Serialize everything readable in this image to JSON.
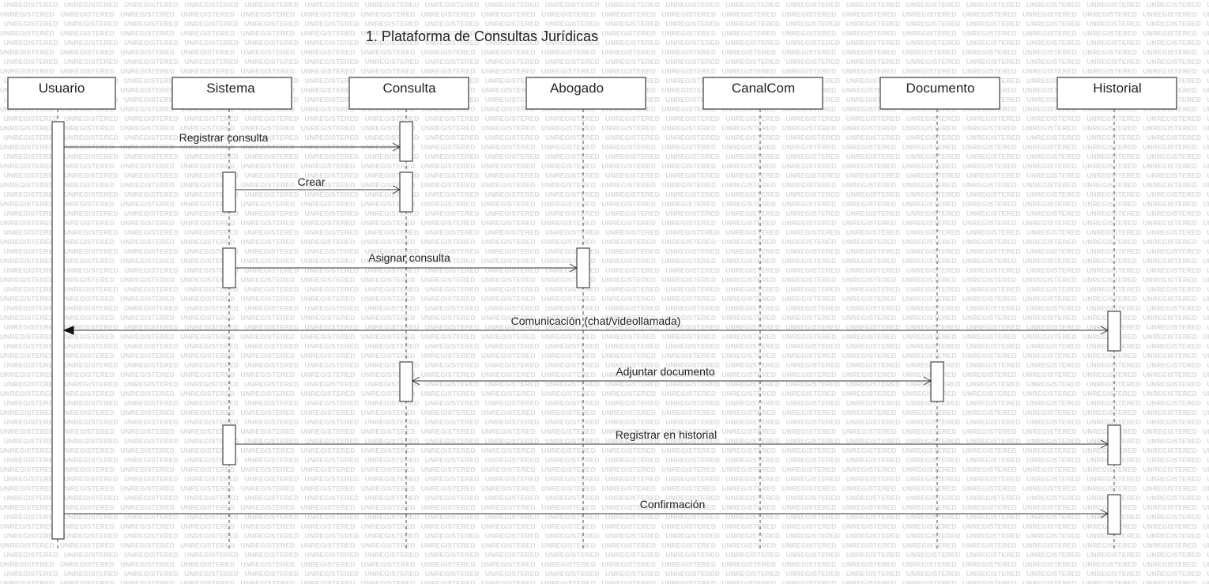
{
  "watermark_text": "UNREGISTERED",
  "diagram": {
    "title": "1. Plataforma de Consultas Jurídicas",
    "lifelines": [
      {
        "id": "usuario",
        "label": "Usuario"
      },
      {
        "id": "sistema",
        "label": "Sistema"
      },
      {
        "id": "consulta",
        "label": "Consulta"
      },
      {
        "id": "abogado",
        "label": "Abogado"
      },
      {
        "id": "canalcom",
        "label": "CanalCom"
      },
      {
        "id": "documento",
        "label": "Documento"
      },
      {
        "id": "historial",
        "label": "Historial"
      }
    ],
    "messages": [
      {
        "from": "usuario",
        "to": "consulta",
        "label": "Registrar consulta",
        "arrow": "open"
      },
      {
        "from": "sistema",
        "to": "consulta",
        "label": "Crear",
        "arrow": "open"
      },
      {
        "from": "sistema",
        "to": "abogado",
        "label": "Asignar consulta",
        "arrow": "open"
      },
      {
        "from": "historial",
        "to": "usuario",
        "label": "Comunicación (chat/videollamada)",
        "arrow": "filled-both"
      },
      {
        "from": "consulta",
        "to": "documento",
        "label": "Adjuntar documento",
        "arrow": "open-both"
      },
      {
        "from": "sistema",
        "to": "historial",
        "label": "Registrar en historial",
        "arrow": "open"
      },
      {
        "from": "usuario",
        "to": "historial",
        "label": "Confirmación",
        "arrow": "open"
      }
    ]
  }
}
